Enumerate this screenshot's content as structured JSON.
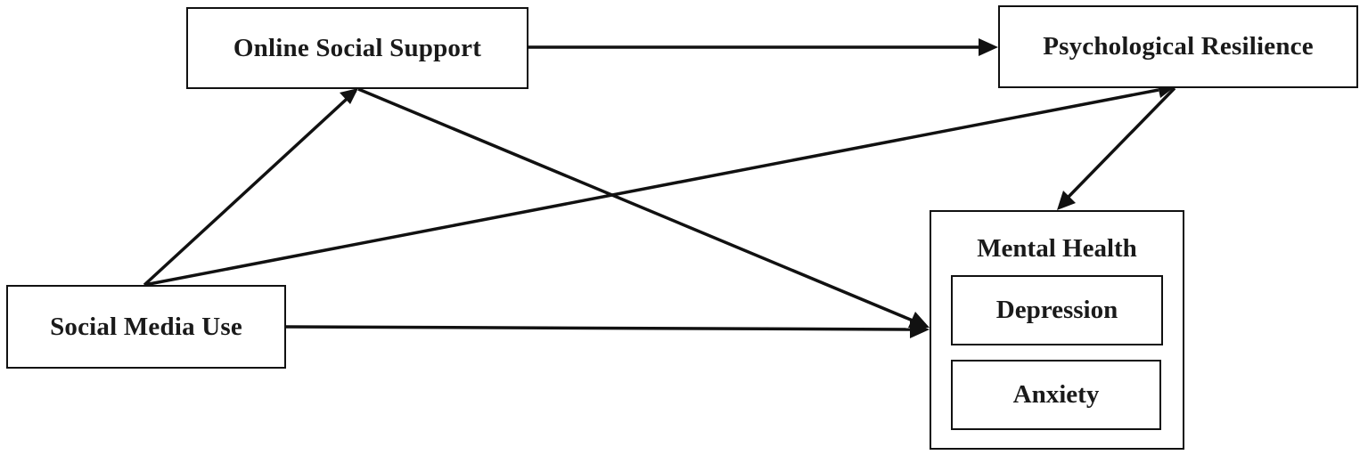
{
  "nodes": {
    "social_media_use": "Social Media Use",
    "online_social_support": "Online Social Support",
    "psychological_resilience": "Psychological Resilience",
    "mental_health": {
      "title": "Mental Health",
      "components": {
        "depression": "Depression",
        "anxiety": "Anxiety"
      }
    }
  },
  "edges": [
    {
      "from": "social_media_use",
      "to": "online_social_support"
    },
    {
      "from": "social_media_use",
      "to": "psychological_resilience"
    },
    {
      "from": "social_media_use",
      "to": "mental_health"
    },
    {
      "from": "online_social_support",
      "to": "psychological_resilience"
    },
    {
      "from": "online_social_support",
      "to": "mental_health"
    },
    {
      "from": "psychological_resilience",
      "to": "mental_health"
    }
  ],
  "colors": {
    "line": "#111111",
    "box_border": "#111111",
    "text": "#1a1a1a",
    "background": "#ffffff"
  }
}
